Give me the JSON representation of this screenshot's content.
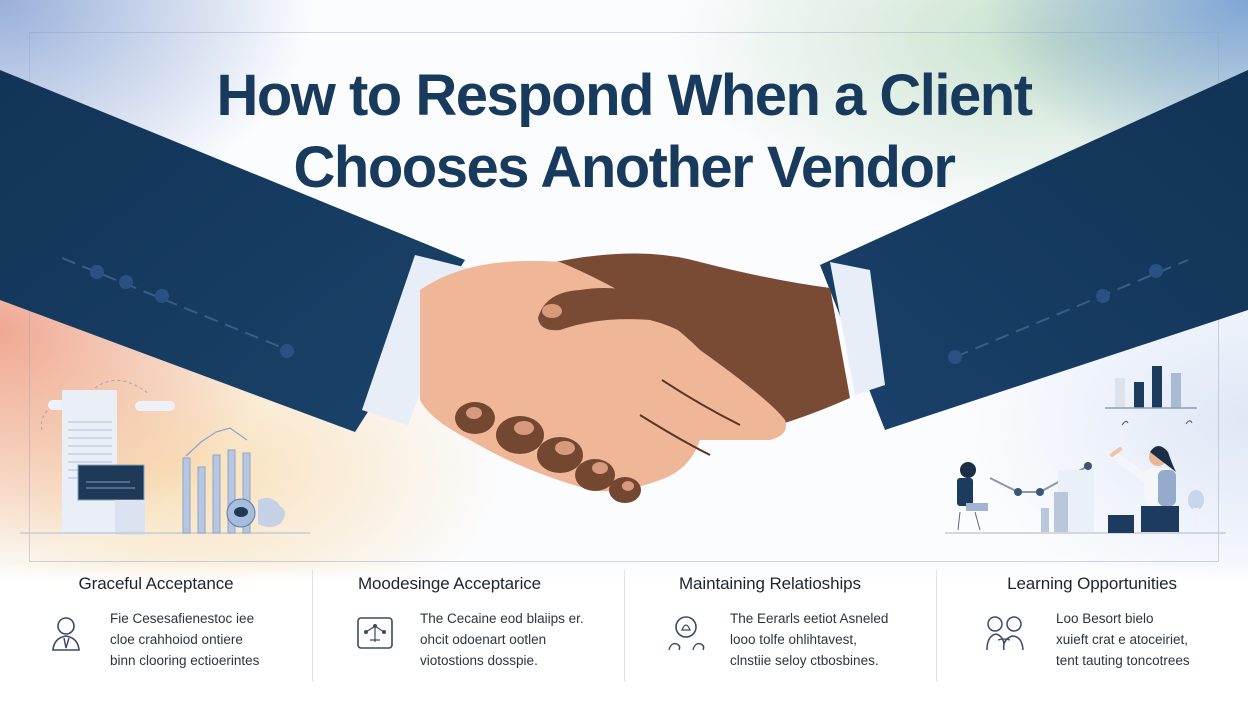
{
  "header": {
    "title_line1": "How to Respond When a Client",
    "title_line2": "Chooses Another Vendor"
  },
  "illustration": {
    "main": "handshake-between-two-business-people",
    "left_scene": "office-building-and-bar-chart",
    "right_scene": "two-people-reviewing-growth-chart"
  },
  "colors": {
    "title": "#183b5d",
    "suit": "#163b61",
    "cuff": "#e7eef8",
    "light_hand": "#eeb595",
    "dark_hand": "#7a4b34",
    "divider": "#dde2ea"
  },
  "cards": [
    {
      "title": "Graceful Acceptance",
      "icon": "person-icon",
      "lines": [
        "Fie Cesesafienestoc iee",
        "cloe crahhoiod ontiere",
        "binn clooring ectioerintes"
      ]
    },
    {
      "title": "Moodesinge Acceptarice",
      "icon": "network-diagram-icon",
      "lines": [
        "The Cecaine eod blaiips er.",
        "ohcit odoenart ootlen",
        "viotostions dosspie."
      ]
    },
    {
      "title": "Maintaining Relatioships",
      "icon": "relationship-people-icon",
      "lines": [
        "The Eerarls eetiot Asneled",
        "looo tolfe ohlihtavest,",
        "clnstiie seloy ctbosbines."
      ]
    },
    {
      "title": "Learning Opportunities",
      "icon": "two-people-icon",
      "lines": [
        "Loo Besort bielo",
        "xuieft crat e atoceiriet,",
        "tent tauting toncotrees"
      ]
    }
  ]
}
